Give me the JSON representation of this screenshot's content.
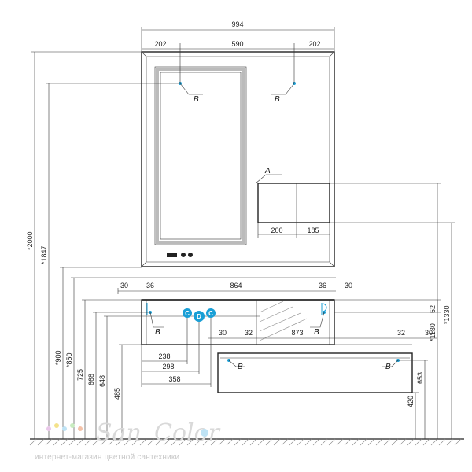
{
  "dimensions": {
    "total_width": "994",
    "mirror_left": "202",
    "mirror_middle": "590",
    "mirror_right": "202",
    "height_2000": "*2000",
    "height_1847": "*1847",
    "height_1330": "*1330",
    "height_1130": "*1130",
    "height_900": "*900",
    "height_850": "*850",
    "h_725": "725",
    "h_668": "668",
    "h_648": "648",
    "h_485": "485",
    "h_653": "653",
    "h_420": "420",
    "h_52": "52",
    "top_30_left": "30",
    "top_36_left": "36",
    "top_864": "864",
    "top_36_right": "36",
    "top_30_right": "30",
    "low_30_left": "30",
    "low_32_left": "32",
    "low_873": "873",
    "low_32_right": "32",
    "low_30_right": "30",
    "shelf_200": "200",
    "shelf_185": "185",
    "w_238": "238",
    "w_298": "298",
    "w_358": "358"
  },
  "callouts": {
    "a": "A",
    "b": "B",
    "c": "C",
    "d": "D"
  },
  "watermark": {
    "brand_1": "San",
    "brand_2": "Color",
    "tagline": "интернет-магазин цветной сантехники"
  },
  "colors": {
    "badge": "#1a9fd6",
    "lines": "#222222",
    "watermark": "#d9d9d9"
  }
}
